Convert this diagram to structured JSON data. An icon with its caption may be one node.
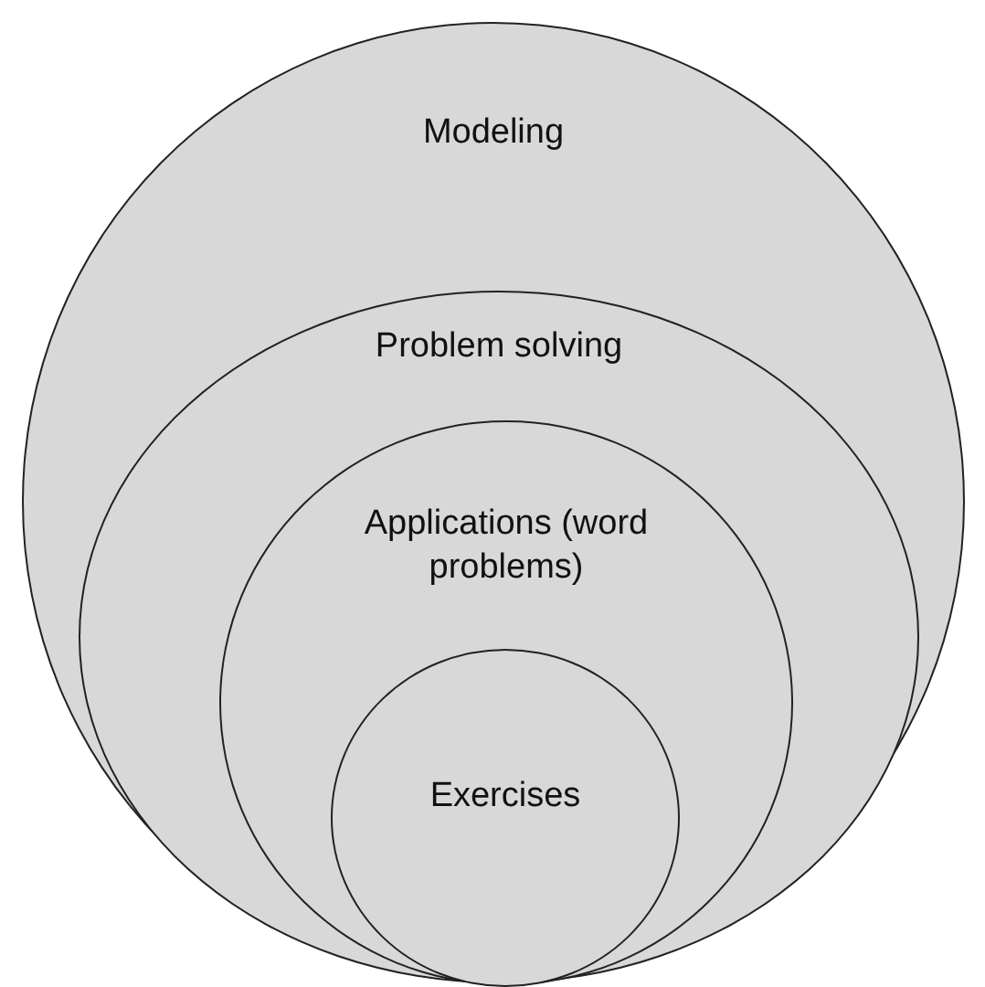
{
  "diagram": {
    "nodes": [
      {
        "text": [
          "Modeling"
        ]
      },
      {
        "text": [
          "Problem solving"
        ],
        "in": 0
      },
      {
        "text": [
          "Applications (word problems)"
        ],
        "in": 1
      },
      {
        "text": [
          "Exercises"
        ],
        "in": 2
      }
    ]
  }
}
